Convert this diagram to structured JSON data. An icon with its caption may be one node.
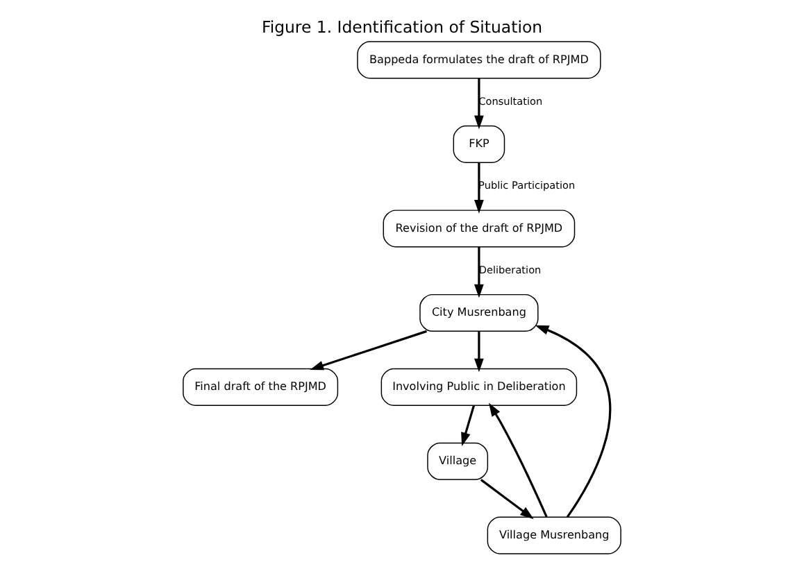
{
  "diagram": {
    "title": "Figure 1. Identification of Situation",
    "nodes": [
      {
        "text": [
          "Bappeda formulates the draft of RPJMD"
        ]
      },
      {
        "text": [
          "FKP"
        ]
      },
      {
        "text": [
          "Revision of the draft of RPJMD"
        ]
      },
      {
        "text": [
          "City Musrenbang"
        ]
      },
      {
        "text": [
          "Final draft of the RPJMD"
        ]
      },
      {
        "text": [
          "Involving Public in Deliberation"
        ]
      },
      {
        "text": [
          "Village"
        ]
      },
      {
        "text": [
          "Village Musrenbang"
        ]
      }
    ],
    "edges": [
      {
        "from": 0,
        "to": 1,
        "arrow": "to",
        "label": "Consultation"
      },
      {
        "from": 1,
        "to": 2,
        "arrow": "to",
        "label": "Public Participation"
      },
      {
        "from": 2,
        "to": 3,
        "arrow": "to",
        "label": "Deliberation"
      },
      {
        "from": 3,
        "to": 4,
        "arrow": "to"
      },
      {
        "from": 3,
        "to": 5,
        "arrow": "to"
      },
      {
        "from": 5,
        "to": 6,
        "arrow": "to"
      },
      {
        "from": 6,
        "to": 7,
        "arrow": "to"
      },
      {
        "from": 7,
        "to": 5,
        "arrow": "to"
      },
      {
        "from": 7,
        "to": 3,
        "arrow": "to"
      }
    ]
  }
}
